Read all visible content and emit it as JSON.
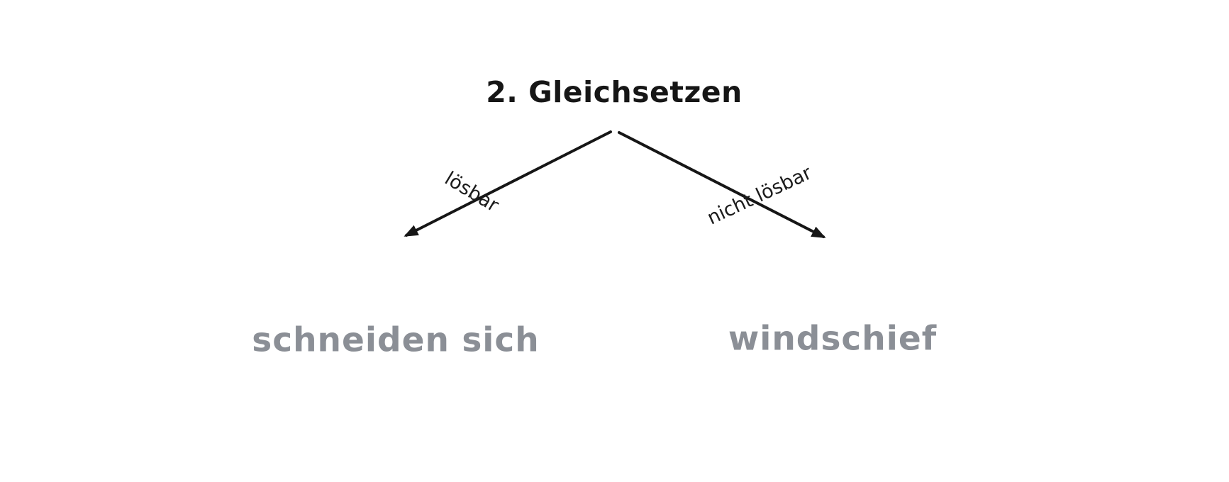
{
  "colors": {
    "background": "#ffffff",
    "ink": "#161616",
    "result_gray": "#8b8f96"
  },
  "diagram": {
    "title": "2. Gleichsetzen",
    "branches": {
      "left": {
        "edge_label": "lösbar",
        "result": "schneiden sich"
      },
      "right": {
        "edge_label": "nicht lösbar",
        "result": "windschief"
      }
    }
  }
}
